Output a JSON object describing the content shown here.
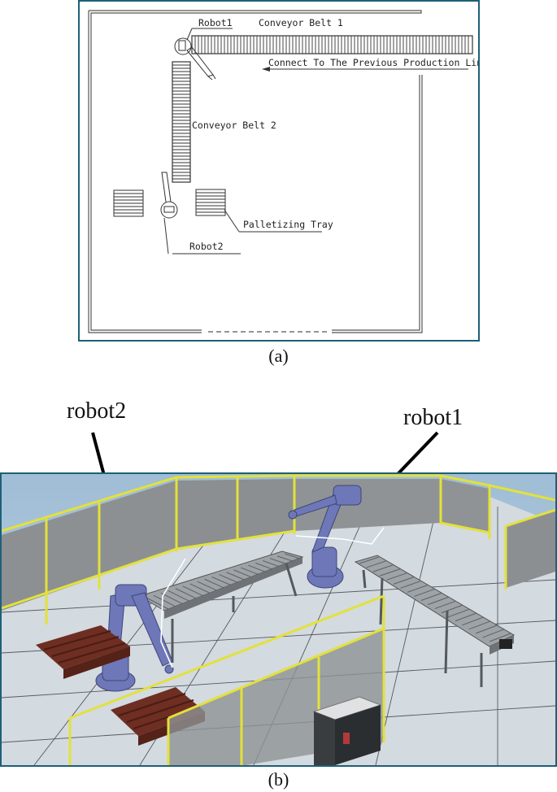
{
  "figure_a": {
    "caption": "(a)",
    "labels": {
      "robot1": "Robot1",
      "conveyor1": "Conveyor Belt 1",
      "connect": "Connect To The Previous Production Line",
      "conveyor2": "Conveyor Belt 2",
      "palletizing_tray": "Palletizing Tray",
      "robot2": "Robot2"
    }
  },
  "figure_b": {
    "caption": "(b)",
    "labels": {
      "robot1": "robot1",
      "robot2": "robot2"
    }
  },
  "colors": {
    "frame_border": "#1e5f77",
    "safety_fence": "#e3e13a",
    "robot_arm": "#6e78b8",
    "pallet": "#6e2e22",
    "floor": "#d3dae0",
    "background": "#a9c3d8"
  }
}
